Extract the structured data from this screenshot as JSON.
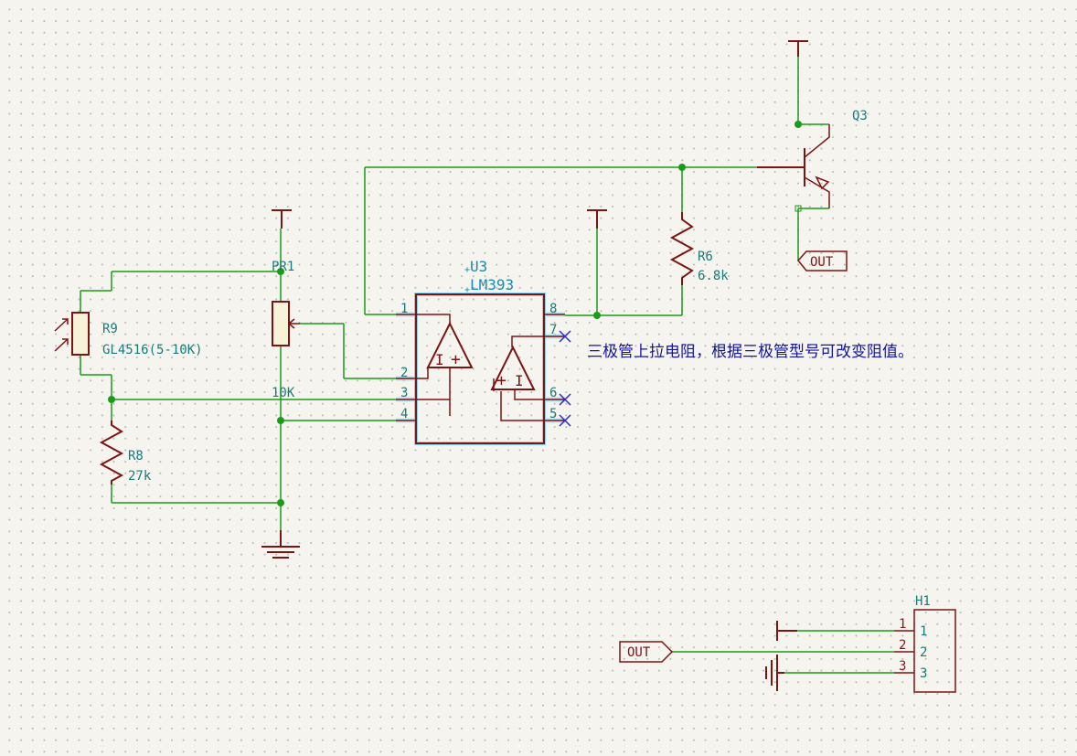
{
  "schematic": {
    "q3": {
      "ref": "Q3"
    },
    "r6": {
      "ref": "R6",
      "value": "6.8k"
    },
    "r8": {
      "ref": "R8",
      "value": "27k"
    },
    "r9": {
      "ref": "R9",
      "value": "GL4516(5-10K)"
    },
    "pr1": {
      "ref": "PR1",
      "value": "10K"
    },
    "u3": {
      "ref": "U3",
      "value": "LM393",
      "pins": [
        "1",
        "2",
        "3",
        "4",
        "5",
        "6",
        "7",
        "8"
      ]
    },
    "h1": {
      "ref": "H1",
      "pin_numbers": [
        "1",
        "2",
        "3"
      ],
      "pin_names": [
        "1",
        "2",
        "3"
      ]
    },
    "labels": {
      "out_top": "OUT",
      "out_bottom": "OUT"
    },
    "note": "三极管上拉电阻，根据三极管型号可改变阻值。",
    "colors": {
      "wire": "#1a9b1a",
      "symbol": "#7b1414",
      "reference_text": "#1a7a7a",
      "note_text": "#1414a0",
      "selection": "#6fd0ea"
    },
    "icons": [
      "power-flag-icon",
      "ground-icon",
      "npn-transistor-icon",
      "photoresistor-icon",
      "potentiometer-icon",
      "no-connect-icon"
    ]
  }
}
